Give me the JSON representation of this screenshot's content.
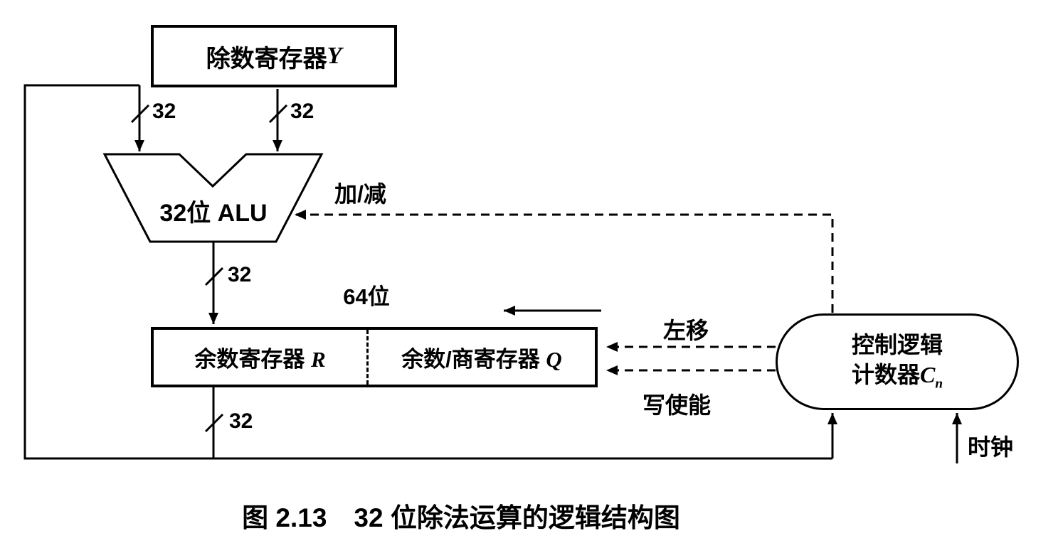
{
  "diagram": {
    "divisor_register": {
      "label": "除数寄存器 ",
      "var": "Y"
    },
    "alu": {
      "label": "32位 ALU"
    },
    "register_width_label": "64位",
    "remainder_register": {
      "label": "余数寄存器 ",
      "var": "R"
    },
    "quotient_register": {
      "label": "余数/商寄存器 ",
      "var": "Q"
    },
    "control_logic": {
      "line1": "控制逻辑",
      "line2_prefix": "计数器",
      "var": "C",
      "var_sub": "n"
    },
    "signals": {
      "add_sub": "加/减",
      "shift_left": "左移",
      "write_enable": "写使能",
      "clock": "时钟"
    },
    "bus_widths": {
      "feedback_input": "32",
      "divisor_input": "32",
      "alu_output": "32",
      "remainder_output": "32"
    },
    "caption": {
      "figure_no": "图 2.13",
      "title": "32 位除法运算的逻辑结构图"
    },
    "colors": {
      "line": "#000000",
      "background": "#ffffff"
    }
  }
}
